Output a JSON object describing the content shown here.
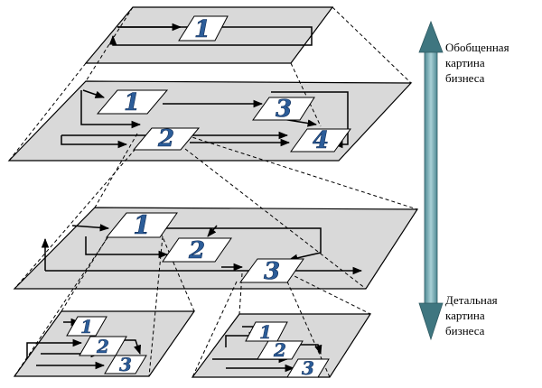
{
  "captions": {
    "top": [
      "Обобщенная",
      "картина",
      "бизнеса"
    ],
    "bottom": [
      "Детальная",
      "картина",
      "бизнеса"
    ]
  },
  "colors": {
    "plane_fill": "#d9d9d9",
    "card_fill": "#ffffff",
    "digit_fill": "#2c5d99",
    "arrow_shaft": "#7aaeb6"
  },
  "levels": {
    "top": {
      "cards": [
        "1"
      ]
    },
    "second": {
      "cards": [
        "1",
        "3",
        "2",
        "4"
      ]
    },
    "third": {
      "cards": [
        "1",
        "2",
        "3"
      ]
    },
    "bottom_left": {
      "cards": [
        "1",
        "2",
        "3"
      ]
    },
    "bottom_right": {
      "cards": [
        "1",
        "2",
        "3"
      ]
    }
  }
}
